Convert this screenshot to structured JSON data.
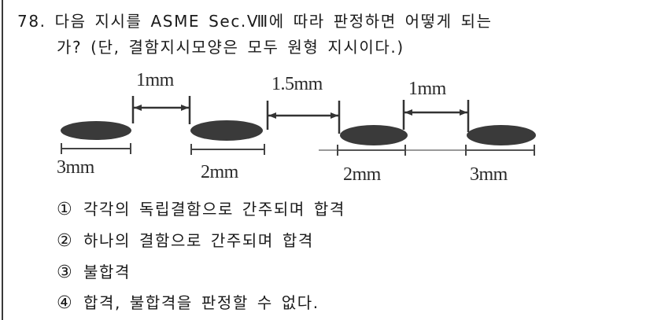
{
  "question": {
    "number": "78.",
    "line1": "다음 지시를 ASME Sec.Ⅷ에 따라 판정하면 어떻게 되는",
    "line2": "가? (단, 결함지시모양은 모두 원형 지시이다.)"
  },
  "diagram": {
    "defect_color": "#3a3a3a",
    "spacings": [
      {
        "label": "1mm"
      },
      {
        "label": "1.5mm"
      },
      {
        "label": "1mm"
      }
    ],
    "defects": [
      {
        "label": "3mm"
      },
      {
        "label": "2mm"
      },
      {
        "label": "2mm"
      },
      {
        "label": "3mm"
      }
    ]
  },
  "options": [
    {
      "num": "①",
      "text": "각각의 독립결함으로 간주되며 합격"
    },
    {
      "num": "②",
      "text": "하나의 결함으로 간주되며 합격"
    },
    {
      "num": "③",
      "text": "불합격"
    },
    {
      "num": "④",
      "text": "합격, 불합격을 판정할 수 없다."
    }
  ]
}
